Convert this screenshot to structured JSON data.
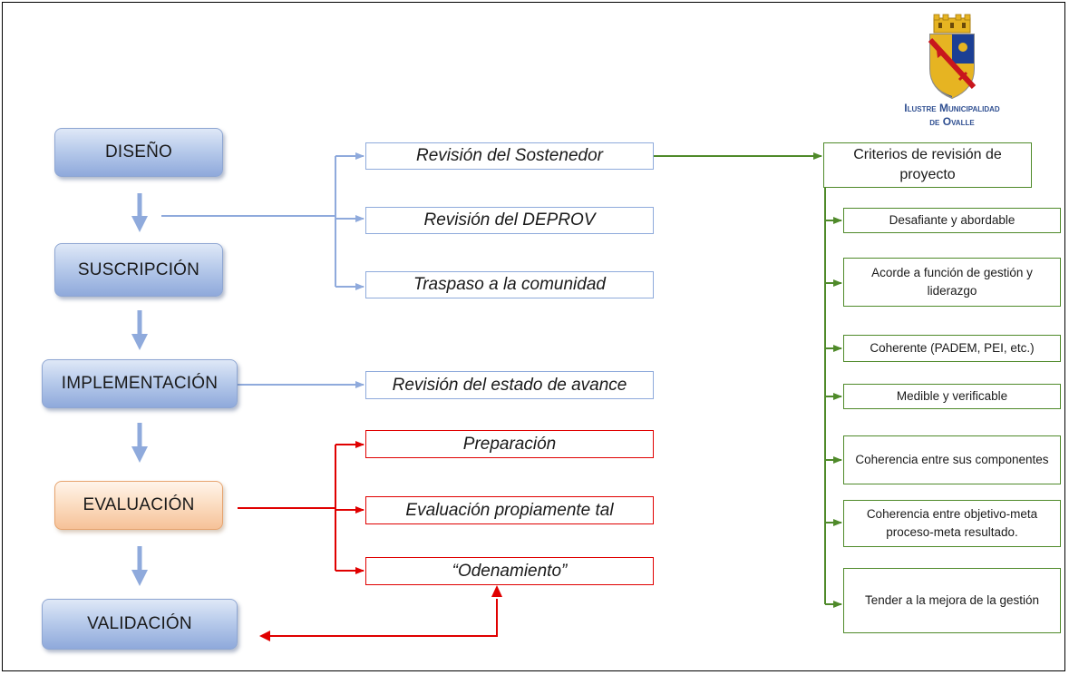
{
  "logo": {
    "line1": "Ilustre Municipalidad",
    "line2": "de Ovalle",
    "colors": {
      "text": "#2f4f91",
      "shield_red": "#c8161d",
      "shield_blue": "#1c3f94",
      "gold": "#e6b422"
    }
  },
  "stages": [
    {
      "label": "DISEÑO"
    },
    {
      "label": "SUSCRIPCIÓN"
    },
    {
      "label": "IMPLEMENTACIÓN"
    },
    {
      "label": "EVALUACIÓN"
    },
    {
      "label": "VALIDACIÓN"
    }
  ],
  "reviews": [
    {
      "label": "Revisión del Sostenedor"
    },
    {
      "label": "Revisión del DEPROV"
    },
    {
      "label": "Traspaso a la comunidad"
    },
    {
      "label": "Revisión del estado de avance"
    }
  ],
  "evaluation_steps": [
    {
      "label": "Preparación"
    },
    {
      "label": "Evaluación propiamente tal"
    },
    {
      "label": "“Odenamiento”"
    }
  ],
  "criteria": {
    "title": "Criterios de revisión de proyecto",
    "items": [
      {
        "label": "Desafiante y abordable"
      },
      {
        "label": "Acorde a función de gestión y liderazgo"
      },
      {
        "label": "Coherente (PADEM, PEI, etc.)"
      },
      {
        "label": "Medible y verificable"
      },
      {
        "label": "Coherencia entre sus componentes"
      },
      {
        "label": "Coherencia entre objetivo-meta proceso-meta resultado."
      },
      {
        "label": "Tender a la mejora de la gestión"
      }
    ]
  },
  "colors": {
    "blue_connector": "#8faadc",
    "red_connector": "#e00000",
    "green_connector": "#4f8a2a",
    "stage_arrow": "#8faadc"
  }
}
